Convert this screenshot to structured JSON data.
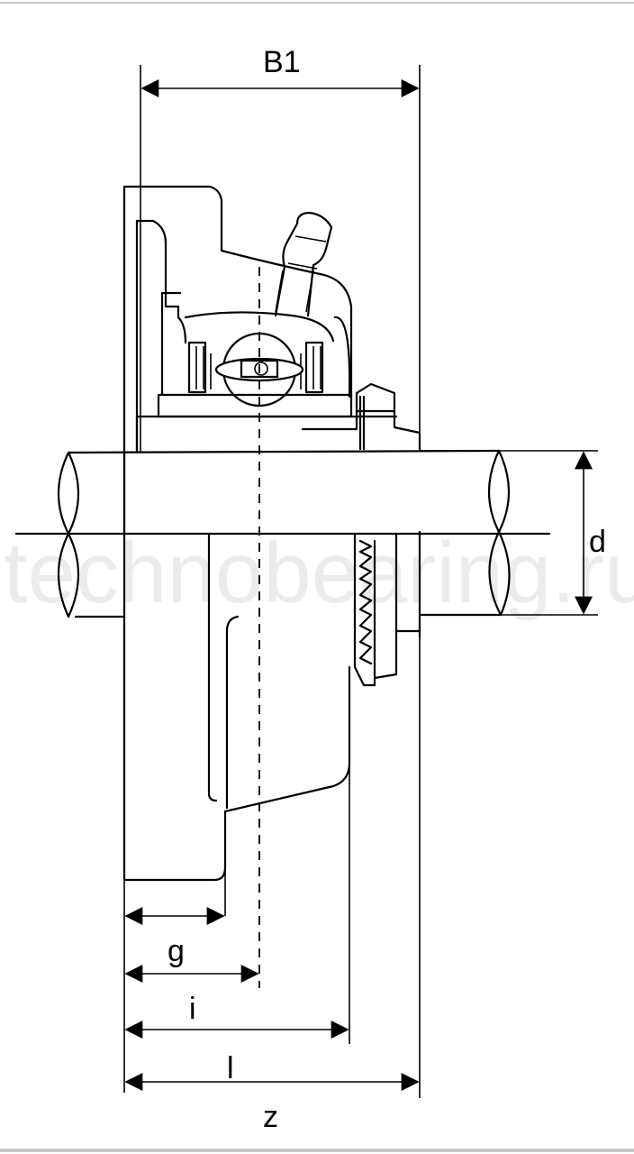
{
  "dimensions": {
    "B1": "B1",
    "d": "d",
    "g": "g",
    "i": "i",
    "l": "l",
    "z": "z"
  },
  "watermark": "technobearing.ru"
}
